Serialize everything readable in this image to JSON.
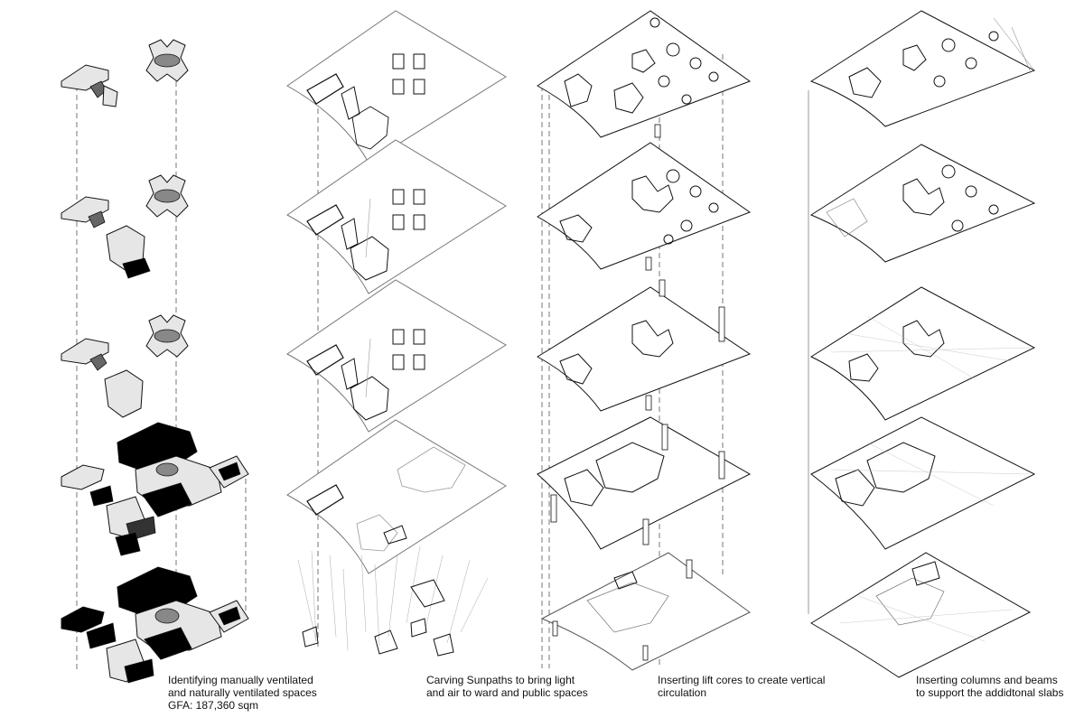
{
  "captions": [
    {
      "lines": [
        "Identifying manually ventilated",
        "and naturally ventilated spaces",
        "GFA: 187,360 sqm"
      ]
    },
    {
      "lines": [
        "Carving Sunpaths to bring light",
        "and air to ward and public spaces"
      ]
    },
    {
      "lines": [
        "Inserting lift cores to create vertical",
        "circulation"
      ]
    },
    {
      "lines": [
        "Inserting columns and beams",
        "to support the addidtonal slabs"
      ]
    }
  ],
  "colors": {
    "ink": "#111111",
    "line": "#555555",
    "fill_light": "#e6e6e6",
    "fill_mid": "#8c8c8c",
    "fill_dark": "#000000"
  }
}
